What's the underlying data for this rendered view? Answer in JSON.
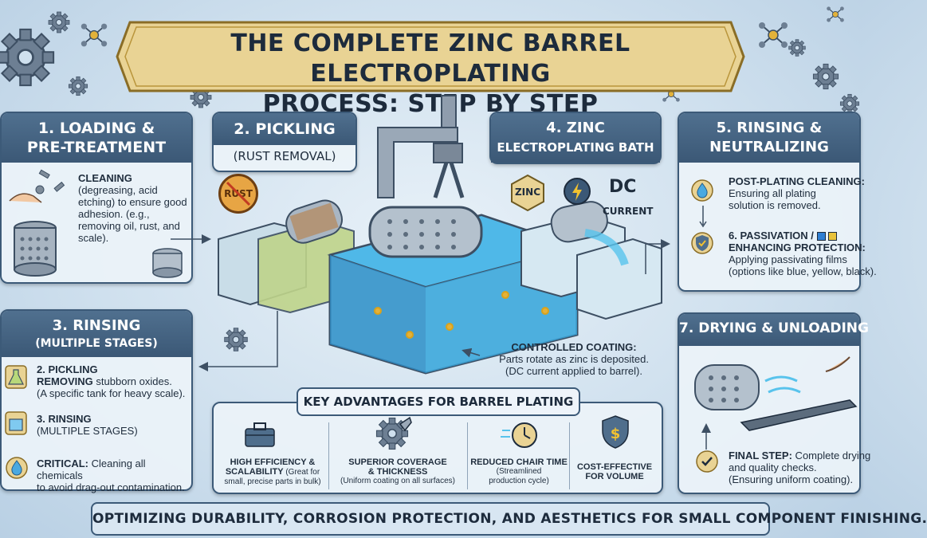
{
  "title": {
    "line1": "THE COMPLETE ZINC BARREL ELECTROPLATING",
    "line2": "PROCESS: STEP BY STEP"
  },
  "step1": {
    "heading_line1": "1. LOADING &",
    "heading_line2": "PRE-TREATMENT",
    "label": "CLEANING",
    "text": "(degreasing, acid etching) to ensure good adhesion. (e.g., removing oil, rust, and scale)."
  },
  "step2": {
    "heading_line1": "2. PICKLING",
    "heading_line2": "(RUST REMOVAL)",
    "badge": "RUST"
  },
  "step3": {
    "heading_line1": "3. RINSING",
    "heading_line2": "(MULTIPLE STAGES)",
    "item1_title": "2. PICKLING",
    "item1_bold": "REMOVING",
    "item1_text": " stubborn oxides.",
    "item1_text2": "(A specific tank for heavy scale).",
    "item2_title": "3. RINSING",
    "item2_text": "(MULTIPLE STAGES)",
    "item3_bold": "CRITICAL:",
    "item3_text": " Cleaning all chemicals",
    "item3_text2": "to avoid drag-out contamination."
  },
  "step4": {
    "heading_line1": "4. ZINC",
    "heading_line2": "ELECTROPLATING BATH",
    "zinc_label": "ZINC",
    "dc_label": "DC",
    "current_label": "CURRENT"
  },
  "callout": {
    "title": "CONTROLLED COATING:",
    "line1": "Parts rotate as zinc is deposited.",
    "line2": "(DC current applied to barrel)."
  },
  "step5": {
    "heading_line1": "5. RINSING &",
    "heading_line2": "NEUTRALIZING",
    "item1_title": "POST-PLATING CLEANING:",
    "item1_text1": "Ensuring all plating",
    "item1_text2": "solution is removed.",
    "item2_title": "6. PASSIVATION /",
    "item2_title2": "ENHANCING PROTECTION:",
    "item2_text1": "Applying passivating films",
    "item2_text2": "(options like blue, yellow, black)."
  },
  "step7": {
    "heading": "7. DRYING & UNLOADING",
    "final_bold": "FINAL STEP:",
    "final_text1": " Complete drying",
    "final_text2": "and quality checks.",
    "final_text3": "(Ensuring uniform coating)."
  },
  "advantages": {
    "title": "KEY ADVANTAGES FOR BARREL PLATING",
    "items": [
      {
        "title1": "HIGH EFFICIENCY &",
        "title2": "SCALABILITY",
        "note1": " (Great for",
        "note2": "small, precise parts in bulk)"
      },
      {
        "title1": "SUPERIOR COVERAGE",
        "title2": "& THICKNESS",
        "note1": "(Uniform coating on all surfaces)",
        "note2": ""
      },
      {
        "title1": "REDUCED CHAIR TIME",
        "title2": "",
        "note1": "(Streamlined",
        "note2": "production cycle)"
      },
      {
        "title1": "COST-EFFECTIVE",
        "title2": "FOR VOLUME",
        "note1": "",
        "note2": ""
      }
    ]
  },
  "footer": "OPTIMIZING DURABILITY, CORROSION PROTECTION, AND AESTHETICS FOR SMALL COMPONENT FINISHING.",
  "colors": {
    "panel_header": "#3b5876",
    "panel_bg": "#ecf3f9",
    "banner_gold": "#e6cf8a",
    "water": "#58c3ec",
    "gold_accent": "#d9a21c"
  }
}
